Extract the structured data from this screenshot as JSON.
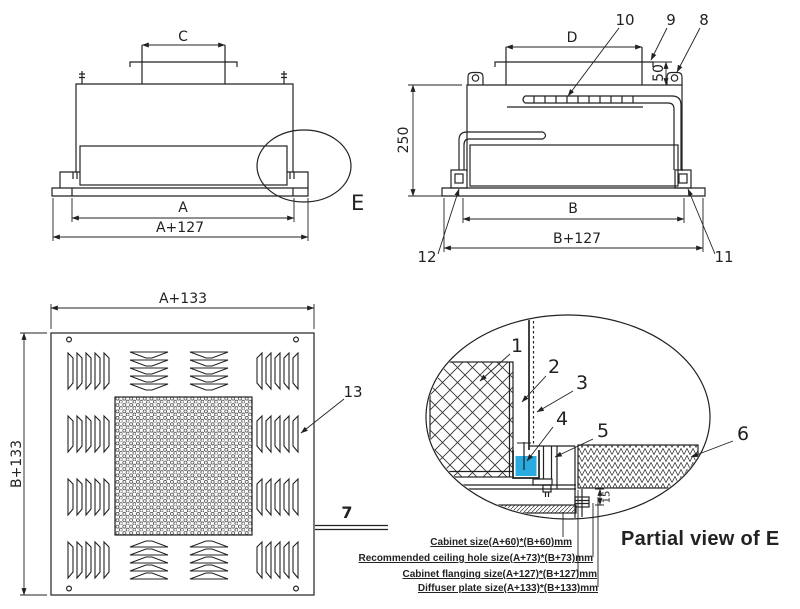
{
  "colors": {
    "ink": "#222222",
    "detail_mark": "#1f7a6e",
    "gel_seal": "#29abe2",
    "background": "#ffffff"
  },
  "views": {
    "front": {
      "dim_c": "C",
      "dim_a": "A",
      "dim_a127": "A+127",
      "detail_mark": "E"
    },
    "side": {
      "dim_d": "D",
      "dim_50": "50",
      "dim_250": "250",
      "dim_b": "B",
      "dim_b127": "B+127",
      "callout_8": "8",
      "callout_9": "9",
      "callout_10": "10",
      "callout_11": "11",
      "callout_12": "12"
    },
    "bottom": {
      "dim_a133": "A+133",
      "dim_b133": "B+133",
      "callout_13": "13",
      "callout_7": "7"
    },
    "detail": {
      "title": "Partial view of E",
      "dim_15": "15",
      "callout_1": "1",
      "callout_2": "2",
      "callout_3": "3",
      "callout_4": "4",
      "callout_5": "5",
      "callout_6": "6",
      "notes": [
        "Cabinet size(A+60)*(B+60)mm",
        "Recommended ceiling hole size(A+73)*(B+73)mm",
        "Cabinet flanging size(A+127)*(B+127)mm",
        "Diffuser plate size(A+133)*(B+133)mm"
      ]
    }
  }
}
